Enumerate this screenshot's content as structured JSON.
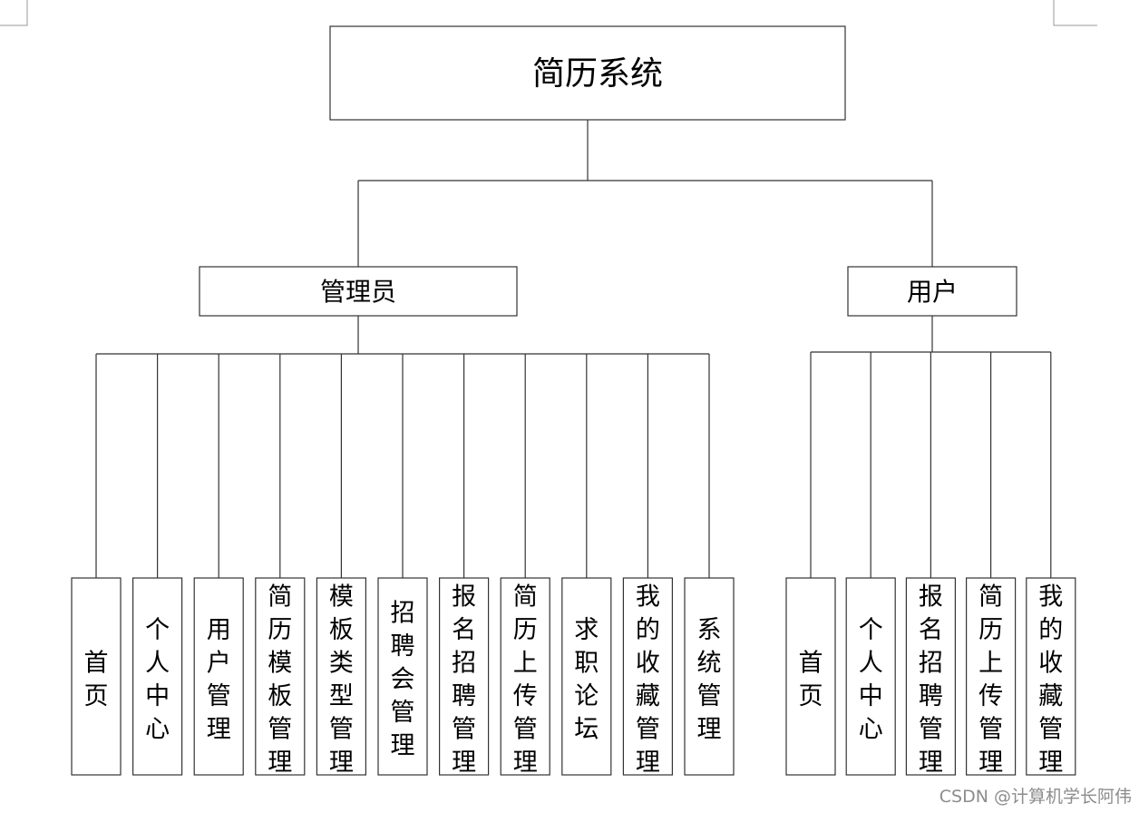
{
  "root": {
    "label": "简历系统"
  },
  "roles": [
    {
      "id": "admin",
      "label": "管理员",
      "modules": [
        "首页",
        "个人中心",
        "用户管理",
        "简历模板管理",
        "模板类型管理",
        "招聘会管理",
        "报名招聘管理",
        "简历上传管理",
        "求职论坛",
        "我的收藏管理",
        "系统管理"
      ]
    },
    {
      "id": "user",
      "label": "用户",
      "modules": [
        "首页",
        "个人中心",
        "报名招聘管理",
        "简历上传管理",
        "我的收藏管理"
      ]
    }
  ],
  "watermark": "CSDN @计算机学长阿伟"
}
